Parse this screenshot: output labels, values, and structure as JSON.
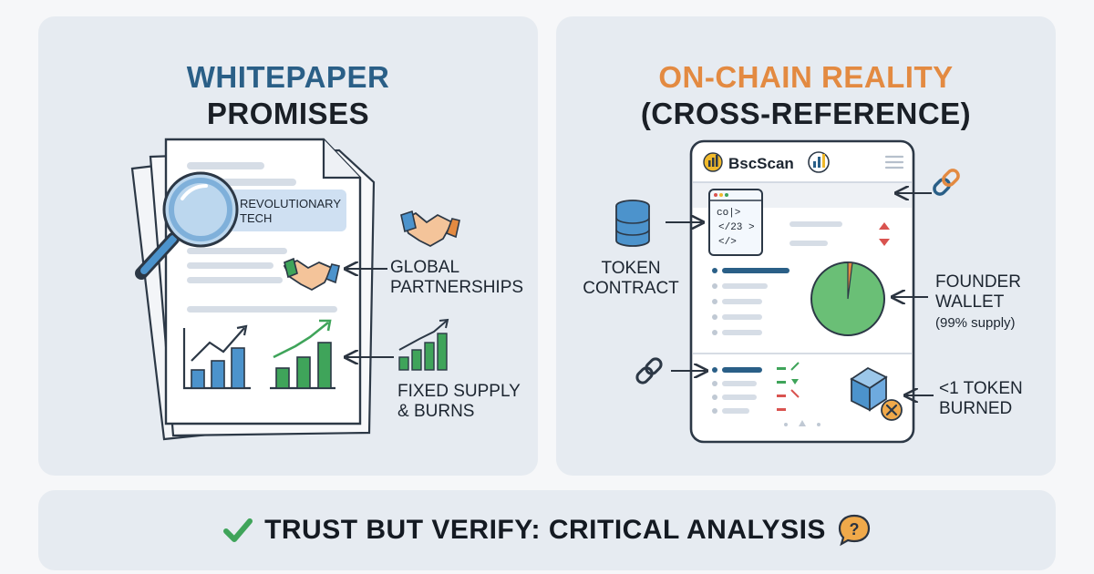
{
  "left": {
    "title_line1": "WHITEPAPER",
    "title_line2": "PROMISES",
    "doc_highlight_line1": "REVOLUTIONARY",
    "doc_highlight_line2": "TECH",
    "label_partnerships_1": "GLOBAL",
    "label_partnerships_2": "PARTNERSHIPS",
    "label_supply_1": "FIXED SUPPLY",
    "label_supply_2": "& BURNS"
  },
  "right": {
    "title_line1": "ON-CHAIN REALITY",
    "title_line2": "(CROSS-REFERENCE)",
    "explorer_name": "BscScan",
    "code_line1": "co|>",
    "code_line2": "</23 >",
    "code_line3": "</>",
    "label_contract_1": "TOKEN",
    "label_contract_2": "CONTRACT",
    "label_founder_1": "FOUNDER",
    "label_founder_2": "WALLET",
    "label_founder_3": "(99% supply)",
    "label_burn_1": "<1 TOKEN",
    "label_burn_2": "BURNED"
  },
  "footer": {
    "text": "TRUST BUT VERIFY: CRITICAL ANALYSIS",
    "check_icon": "check-icon",
    "question_icon": "question-bubble-icon"
  },
  "colors": {
    "blue_title": "#2a5f87",
    "orange_title": "#e38a41",
    "green": "#3fa45a",
    "blue_bar": "#4c93cc",
    "red": "#d9534f"
  }
}
